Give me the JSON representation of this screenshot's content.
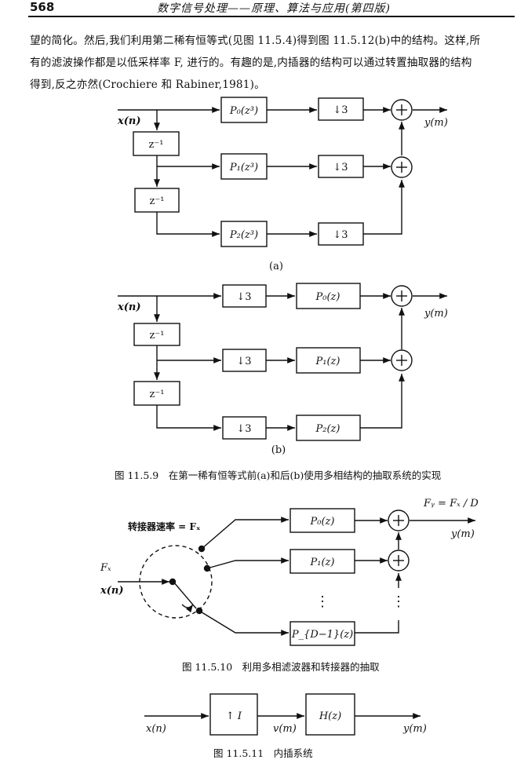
{
  "header": {
    "page_number": "568",
    "book_title": "数字信号处理——原理、算法与应用(第四版)"
  },
  "paragraph": [
    "望的简化。然后,我们利用第二稀有恒等式(见图 11.5.4)得到图 11.5.12(b)中的结构。这样,所",
    "有的滤波操作都是以低采样率 F, 进行的。有趣的是,内插器的结构可以通过转置抽取器的结构",
    "得到,反之亦然(Crochiere 和 Rabiner,1981)。"
  ],
  "fig_a": {
    "input": "x(n)",
    "output": "y(m)",
    "delay": "z⁻¹",
    "filters": [
      "P₀(z³)",
      "P₁(z³)",
      "P₂(z³)"
    ],
    "downsample": "↓3",
    "sub_label": "(a)"
  },
  "fig_b": {
    "input": "x(n)",
    "output": "y(m)",
    "delay": "z⁻¹",
    "filters": [
      "P₀(z)",
      "P₁(z)",
      "P₂(z)"
    ],
    "downsample": "↓3",
    "sub_label": "(b)"
  },
  "caption_1": "图 11.5.9　在第一稀有恒等式前(a)和后(b)使用多相结构的抽取系统的实现",
  "fig_c": {
    "rate_label": "转接器速率 = Fₓ",
    "input_rate": "Fₓ",
    "input": "x(n)",
    "output_rate": "Fᵧ = Fₓ / D",
    "output": "y(m)",
    "filters": [
      "P₀(z)",
      "P₁(z)",
      "P_{D−1}(z)"
    ],
    "dots": "⋮"
  },
  "caption_2": "图 11.5.10　利用多相滤波器和转接器的抽取",
  "fig_d": {
    "input": "x(n)",
    "upsample": "↑ I",
    "mid": "v(m)",
    "filter": "H(z)",
    "output": "y(m)"
  },
  "caption_3": "图 11.5.11　内插系统"
}
